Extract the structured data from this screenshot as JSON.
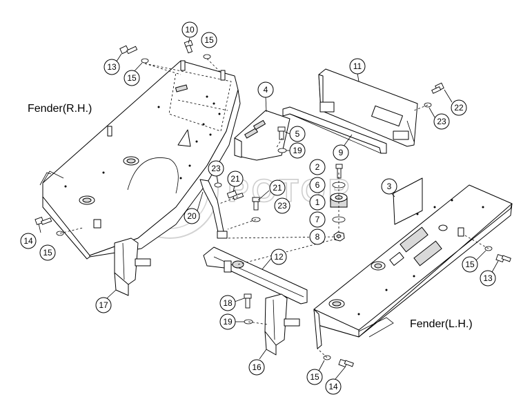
{
  "labels": {
    "fender_rh": "Fender(R.H.)",
    "fender_lh": "Fender(L.H.)"
  },
  "watermark": {
    "text": "POTOP"
  },
  "callouts": [
    {
      "id": "c10",
      "text": "10"
    },
    {
      "id": "c15a",
      "text": "15"
    },
    {
      "id": "c13a",
      "text": "13"
    },
    {
      "id": "c15b",
      "text": "15"
    },
    {
      "id": "c4",
      "text": "4"
    },
    {
      "id": "c11",
      "text": "11"
    },
    {
      "id": "c22",
      "text": "22"
    },
    {
      "id": "c23a",
      "text": "23"
    },
    {
      "id": "c5",
      "text": "5"
    },
    {
      "id": "c19a",
      "text": "19"
    },
    {
      "id": "c9",
      "text": "9"
    },
    {
      "id": "c2",
      "text": "2"
    },
    {
      "id": "c6",
      "text": "6"
    },
    {
      "id": "c1",
      "text": "1"
    },
    {
      "id": "c7",
      "text": "7"
    },
    {
      "id": "c8",
      "text": "8"
    },
    {
      "id": "c3",
      "text": "3"
    },
    {
      "id": "c23b",
      "text": "23"
    },
    {
      "id": "c21a",
      "text": "21"
    },
    {
      "id": "c21b",
      "text": "21"
    },
    {
      "id": "c23c",
      "text": "23"
    },
    {
      "id": "c20",
      "text": "20"
    },
    {
      "id": "c12",
      "text": "12"
    },
    {
      "id": "c14a",
      "text": "14"
    },
    {
      "id": "c15c",
      "text": "15"
    },
    {
      "id": "c17",
      "text": "17"
    },
    {
      "id": "c18",
      "text": "18"
    },
    {
      "id": "c19b",
      "text": "19"
    },
    {
      "id": "c16",
      "text": "16"
    },
    {
      "id": "c15d",
      "text": "15"
    },
    {
      "id": "c14b",
      "text": "14"
    },
    {
      "id": "c15e",
      "text": "15"
    },
    {
      "id": "c13b",
      "text": "13"
    }
  ]
}
